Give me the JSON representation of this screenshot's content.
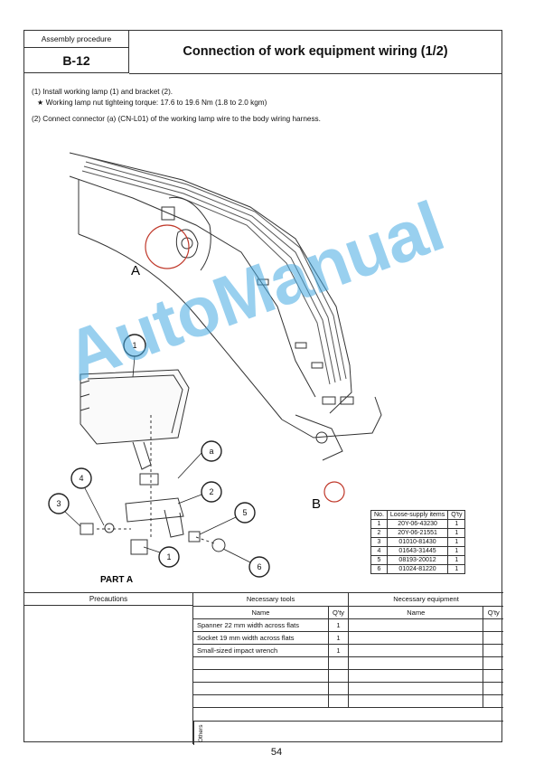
{
  "header": {
    "label": "Assembly procedure",
    "code": "B-12",
    "title": "Connection of work equipment wiring (1/2)"
  },
  "steps": [
    "(1) Install working lamp (1) and bracket (2).",
    "★  Working lamp nut tighteing torque: 17.6 to 19.6 Nm (1.8 to 2.0 kgm)",
    "(2) Connect connector (a) (CN-L01) of the working lamp wire to the body wiring harness."
  ],
  "illustration": {
    "labels": {
      "A": "A",
      "B": "B",
      "part_a": "PART A"
    },
    "callouts": [
      "1",
      "a",
      "4",
      "2",
      "3",
      "5",
      "1",
      "6"
    ]
  },
  "watermark": "AutoManual",
  "supply_table": {
    "headers": [
      "No.",
      "Loose-supply items",
      "Q'ty"
    ],
    "rows": [
      [
        "1",
        "20Y-06-43230",
        "1"
      ],
      [
        "2",
        "20Y-06-21551",
        "1"
      ],
      [
        "3",
        "01010-81430",
        "1"
      ],
      [
        "4",
        "01643-31445",
        "1"
      ],
      [
        "5",
        "08193-20012",
        "1"
      ],
      [
        "6",
        "01024-81220",
        "1"
      ]
    ]
  },
  "bottom": {
    "precautions_label": "Precautions",
    "tools_label": "Necessary tools",
    "equipment_label": "Necessary equipment",
    "name_label": "Name",
    "qty_label": "Q'ty",
    "tools": [
      [
        "Spanner 22 mm width across flats",
        "1"
      ],
      [
        "Socket 19 mm width across flats",
        "1"
      ],
      [
        "Small-sized impact wrench",
        "1"
      ]
    ],
    "others_label": "Others"
  },
  "page_number": "54"
}
